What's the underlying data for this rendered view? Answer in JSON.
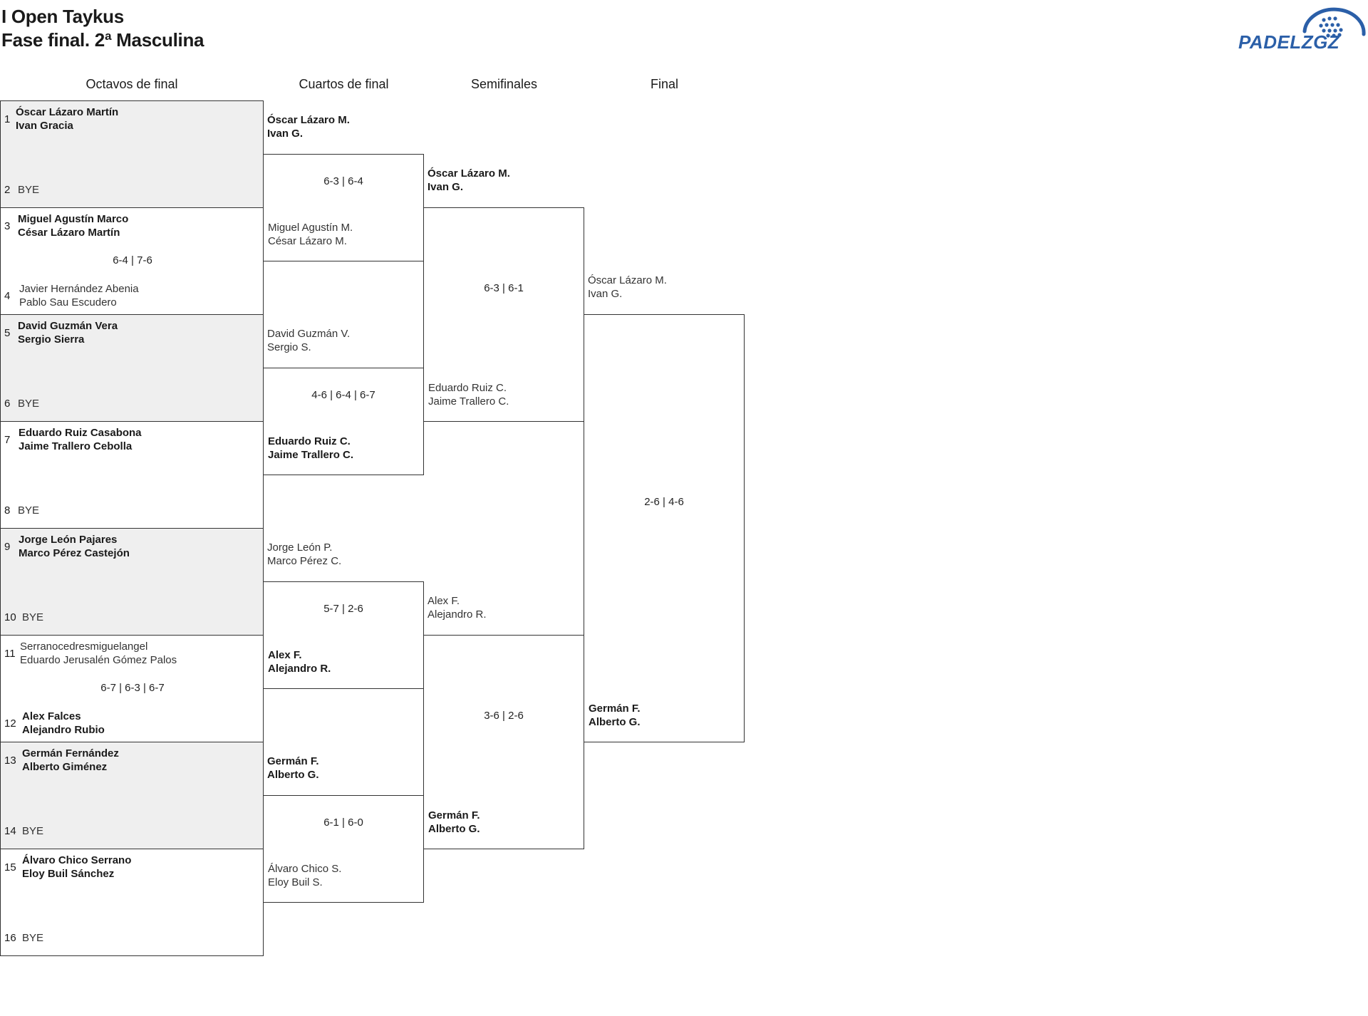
{
  "header": {
    "title": "I Open Taykus",
    "subtitle": "Fase final. 2ª Masculina",
    "logo_text": "PADELZGZ"
  },
  "columns": [
    "Octavos de final",
    "Cuartos de final",
    "Semifinales",
    "Final"
  ],
  "round_of_16": [
    {
      "seed_a": "1",
      "team_a": [
        "Óscar Lázaro Martín",
        "Ivan Gracia"
      ],
      "seed_b": "2",
      "team_b": [
        "BYE"
      ],
      "score": ""
    },
    {
      "seed_a": "3",
      "team_a": [
        "Miguel Agustín Marco",
        "César Lázaro Martín"
      ],
      "seed_b": "4",
      "team_b": [
        "Javier Hernández Abenia",
        "Pablo Sau Escudero"
      ],
      "score": "6-4 | 7-6"
    },
    {
      "seed_a": "5",
      "team_a": [
        "David Guzmán Vera",
        "Sergio Sierra"
      ],
      "seed_b": "6",
      "team_b": [
        "BYE"
      ],
      "score": ""
    },
    {
      "seed_a": "7",
      "team_a": [
        "Eduardo Ruiz Casabona",
        "Jaime Trallero Cebolla"
      ],
      "seed_b": "8",
      "team_b": [
        "BYE"
      ],
      "score": ""
    },
    {
      "seed_a": "9",
      "team_a": [
        "Jorge León Pajares",
        "Marco Pérez Castejón"
      ],
      "seed_b": "10",
      "team_b": [
        "BYE"
      ],
      "score": ""
    },
    {
      "seed_a": "11",
      "team_a": [
        "Serranocedresmiguelangel",
        "Eduardo Jerusalén Gómez Palos"
      ],
      "seed_b": "12",
      "team_b": [
        "Alex Falces",
        "Alejandro Rubio"
      ],
      "score": "6-7 | 6-3 | 6-7"
    },
    {
      "seed_a": "13",
      "team_a": [
        "Germán Fernández",
        "Alberto Giménez"
      ],
      "seed_b": "14",
      "team_b": [
        "BYE"
      ],
      "score": ""
    },
    {
      "seed_a": "15",
      "team_a": [
        "Álvaro Chico Serrano",
        "Eloy Buil Sánchez"
      ],
      "seed_b": "16",
      "team_b": [
        "BYE"
      ],
      "score": ""
    }
  ],
  "quarterfinals": [
    {
      "team_a": [
        "Óscar Lázaro M.",
        "Ivan G."
      ],
      "team_b": [
        "Miguel Agustín M.",
        "César Lázaro M."
      ],
      "score": "6-3 | 6-4"
    },
    {
      "team_a": [
        "David Guzmán V.",
        "Sergio S."
      ],
      "team_b": [
        "Eduardo Ruiz C.",
        "Jaime Trallero C."
      ],
      "score": "4-6 | 6-4 | 6-7"
    },
    {
      "team_a": [
        "Jorge León P.",
        "Marco Pérez C."
      ],
      "team_b": [
        "Alex F.",
        "Alejandro R."
      ],
      "score": "5-7 | 2-6"
    },
    {
      "team_a": [
        "Germán F.",
        "Alberto G."
      ],
      "team_b": [
        "Álvaro Chico S.",
        "Eloy Buil S."
      ],
      "score": "6-1 | 6-0"
    }
  ],
  "semifinals": [
    {
      "team_a": [
        "Óscar Lázaro M.",
        "Ivan G."
      ],
      "team_b": [
        "Eduardo Ruiz C.",
        "Jaime Trallero C."
      ],
      "score": "6-3 | 6-1"
    },
    {
      "team_a": [
        "Alex F.",
        "Alejandro R."
      ],
      "team_b": [
        "Germán F.",
        "Alberto G."
      ],
      "score": "3-6 | 2-6"
    }
  ],
  "final": {
    "team_a": [
      "Óscar Lázaro M.",
      "Ivan G."
    ],
    "team_b": [
      "Germán F.",
      "Alberto G."
    ],
    "score": "2-6 | 4-6"
  }
}
